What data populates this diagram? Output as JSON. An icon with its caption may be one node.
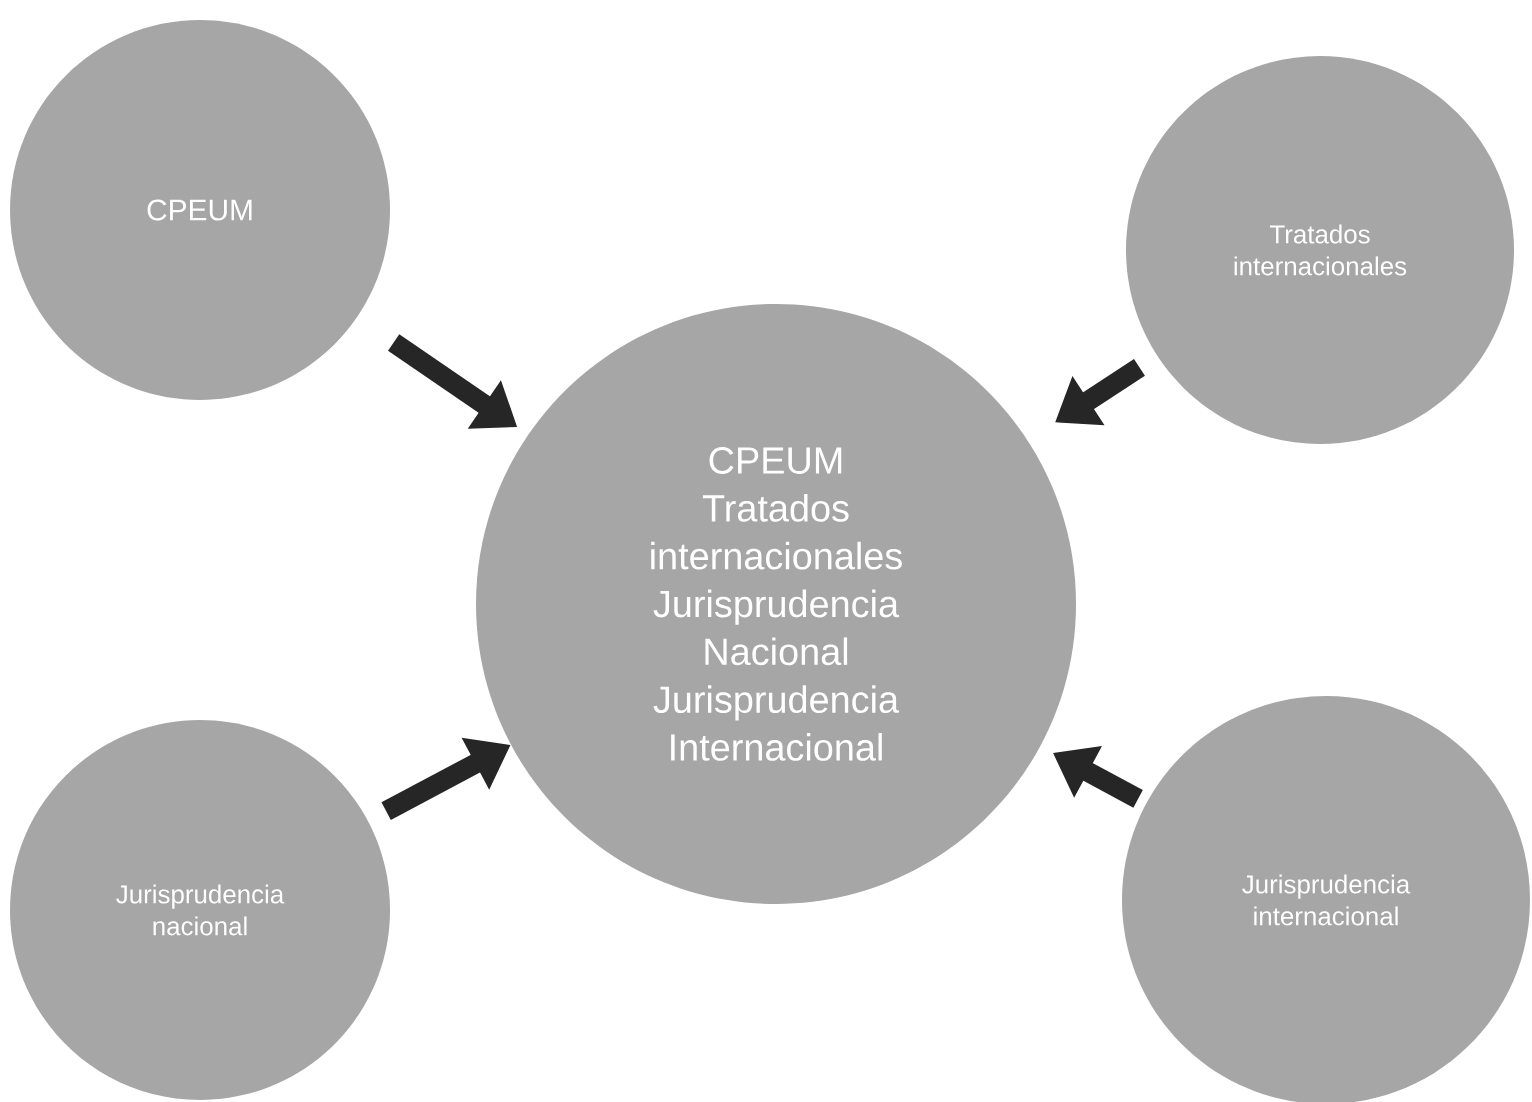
{
  "diagram": {
    "nodes": [
      {
        "text": [
          "CPEUM"
        ]
      },
      {
        "text": [
          "Tratados internacionales"
        ]
      },
      {
        "text": [
          "Jurisprudencia nacional"
        ]
      },
      {
        "text": [
          "Jurisprudencia internacional"
        ]
      },
      {
        "text": [
          "CPEUM",
          "Tratados internacionales",
          "Jurisprudencia Nacional",
          "Jurisprudencia Internacional"
        ]
      }
    ],
    "edges": [
      {
        "from": 0,
        "to": 4,
        "arrow": "to"
      },
      {
        "from": 1,
        "to": 4,
        "arrow": "to"
      },
      {
        "from": 2,
        "to": 4,
        "arrow": "to"
      },
      {
        "from": 3,
        "to": 4,
        "arrow": "to"
      }
    ]
  }
}
